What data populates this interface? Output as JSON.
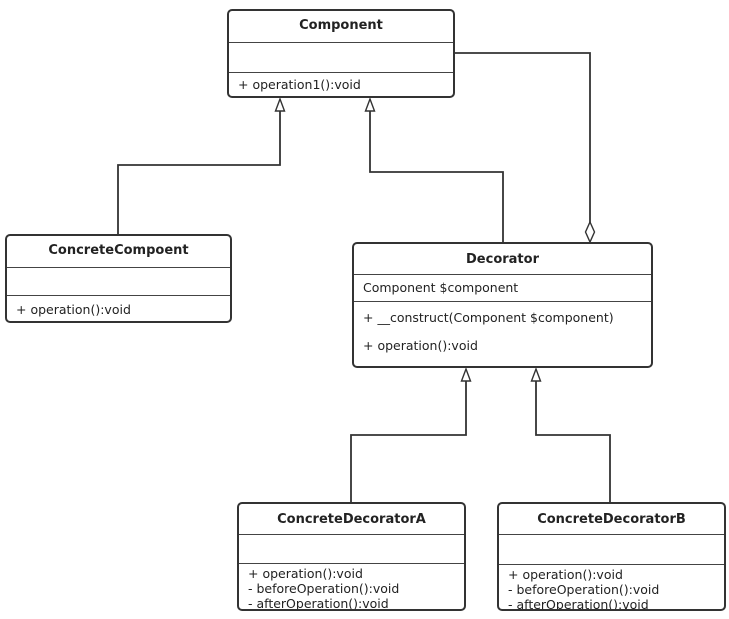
{
  "classes": {
    "component": {
      "name": "Component",
      "operations": [
        "+ operation1():void"
      ]
    },
    "concrete_component": {
      "name": "ConcreteCompoent",
      "operations": [
        "+ operation():void"
      ]
    },
    "decorator": {
      "name": "Decorator",
      "attributes": [
        "Component $component"
      ],
      "operations": [
        "+ __construct(Component $component)",
        "+ operation():void"
      ]
    },
    "concrete_decorator_a": {
      "name": "ConcreteDecoratorA",
      "operations": [
        "+ operation():void",
        "- beforeOperation():void",
        "- afterOperation():void"
      ]
    },
    "concrete_decorator_b": {
      "name": "ConcreteDecoratorB",
      "operations": [
        "+ operation():void",
        "- beforeOperation():void",
        "- afterOperation():void"
      ]
    }
  },
  "relationships": [
    {
      "type": "generalization",
      "from": "ConcreteCompoent",
      "to": "Component"
    },
    {
      "type": "generalization",
      "from": "Decorator",
      "to": "Component"
    },
    {
      "type": "aggregation",
      "from": "Component",
      "to": "Decorator"
    },
    {
      "type": "generalization",
      "from": "ConcreteDecoratorA",
      "to": "Decorator"
    },
    {
      "type": "generalization",
      "from": "ConcreteDecoratorB",
      "to": "Decorator"
    }
  ],
  "colors": {
    "line": "#333333",
    "box_fill": "#ffffff",
    "text": "#222222"
  }
}
